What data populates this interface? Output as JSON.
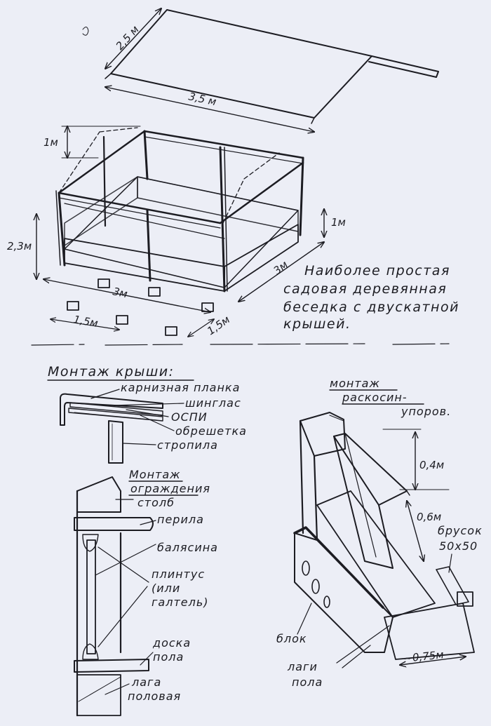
{
  "roof": {
    "width_dim": "2,5 м",
    "length_dim": "3,5 м"
  },
  "gazebo": {
    "roof_rise": "1м",
    "height": "2,3м",
    "rail_height": "1м",
    "front_length": "3м",
    "side_length": "3м",
    "footing_spacing_front": "1,5м",
    "footing_spacing_side": "1,5м",
    "caption": [
      "Наиболее простая",
      "садовая деревянная",
      "беседка с двускатной",
      "крышей."
    ]
  },
  "roof_assembly": {
    "title": "Монтаж крыши:",
    "labels": [
      "карнизная планка",
      "шинглас",
      "ОСПИ",
      "обрешетка",
      "стропила"
    ]
  },
  "railing_assembly": {
    "title_line1": "Монтаж",
    "title_line2": "ограждения",
    "labels": {
      "post": "столб",
      "handrail": "перила",
      "baluster": "балясина",
      "plinth_line1": "плинтус",
      "plinth_line2": "(или",
      "plinth_line3": "галтель)",
      "floor_board_line1": "доска",
      "floor_board_line2": "пола",
      "joist_line1": "лага",
      "joist_line2": "половая"
    }
  },
  "brace_assembly": {
    "title_line1": "монтаж",
    "title_line2": "раскосин-",
    "title_line3": "упоров.",
    "dim_upper": "0,4м",
    "dim_lower": "0,6м",
    "bar_line1": "брусок",
    "bar_line2": "50х50",
    "block": "блок",
    "joists_line1": "лаги",
    "joists_line2": "пола",
    "dim_bottom": "~0,75м"
  }
}
